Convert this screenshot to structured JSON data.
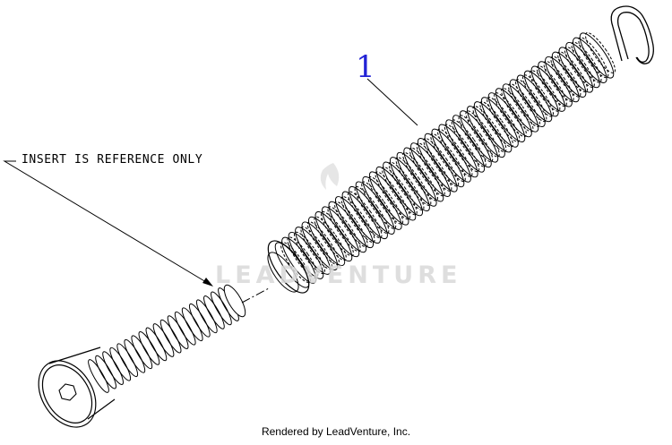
{
  "diagram": {
    "callout_number": "1",
    "note_label": "INSERT IS REFERENCE ONLY",
    "watermark_text": "LEADVENTURE",
    "footer_text": "Rendered by LeadVenture, Inc.",
    "callout_color": "#2323d6",
    "watermark_color": "#d9d9d9"
  },
  "parts": [
    {
      "callout": "1",
      "name": "extension-spring"
    },
    {
      "name": "threaded-insert",
      "note": "reference only"
    }
  ]
}
